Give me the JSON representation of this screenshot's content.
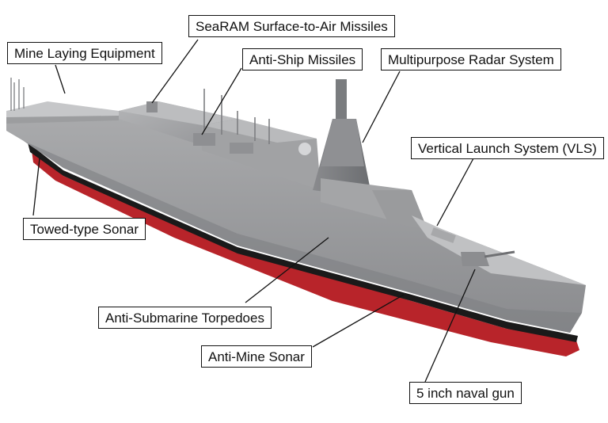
{
  "colors": {
    "hull": "#9a9b9d",
    "hull_light": "#c3c4c6",
    "hull_dark": "#6e7073",
    "deck": "#b8b9bb",
    "waterline": "#1a1a1a",
    "bottom": "#b8242a",
    "leader": "#111111",
    "label_border": "#111111",
    "label_bg": "#ffffff"
  },
  "labels": {
    "searam": "SeaRAM Surface-to-Air Missiles",
    "mine_laying": "Mine Laying Equipment",
    "anti_ship": "Anti-Ship Missiles",
    "radar": "Multipurpose Radar System",
    "vls": "Vertical Launch System (VLS)",
    "towed_sonar": "Towed-type Sonar",
    "torpedoes": "Anti-Submarine Torpedoes",
    "anti_mine_sonar": "Anti-Mine Sonar",
    "naval_gun": "5 inch naval gun"
  }
}
